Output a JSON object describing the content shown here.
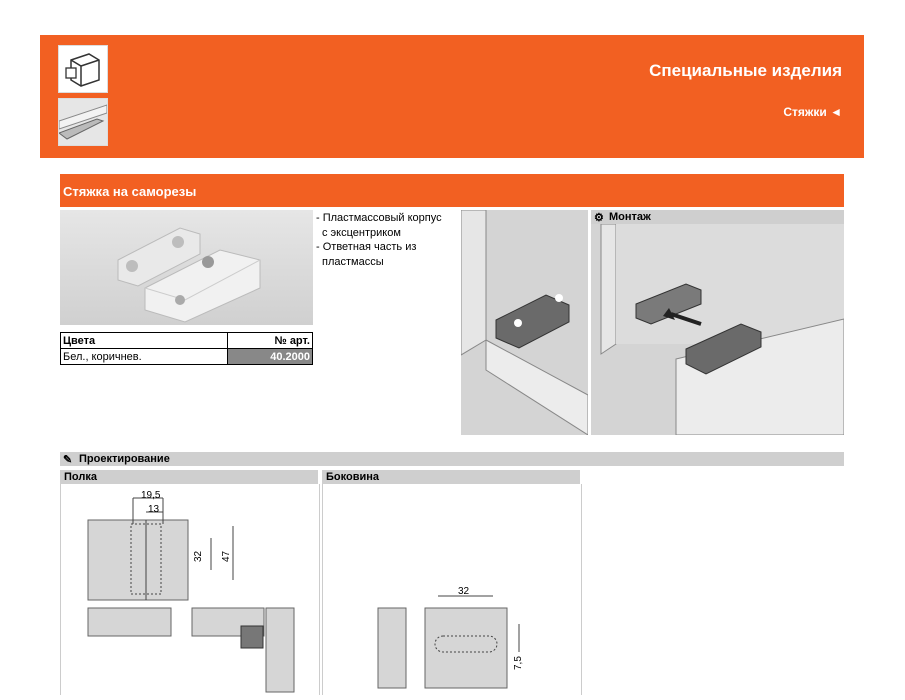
{
  "header": {
    "title": "Специальные изделия",
    "subtitle": "Стяжки  ◄"
  },
  "section": {
    "title": "Стяжка на саморезы"
  },
  "product": {
    "bullets": [
      "- Пластмассовый корпус",
      "  с эксцентриком",
      "- Ответная часть из",
      "  пластмассы"
    ],
    "table": {
      "col_color": "Цвета",
      "col_article": "№ арт.",
      "color_value": "Бел., коричнев.",
      "article_value": "40.2000"
    }
  },
  "mounting": {
    "label": "Монтаж"
  },
  "design": {
    "label": "Проектирование",
    "shelf_label": "Полка",
    "side_label": "Боковина",
    "dims_shelf": [
      "19,5",
      "13",
      "32",
      "47"
    ],
    "dims_side": [
      "32",
      "7,5"
    ]
  }
}
